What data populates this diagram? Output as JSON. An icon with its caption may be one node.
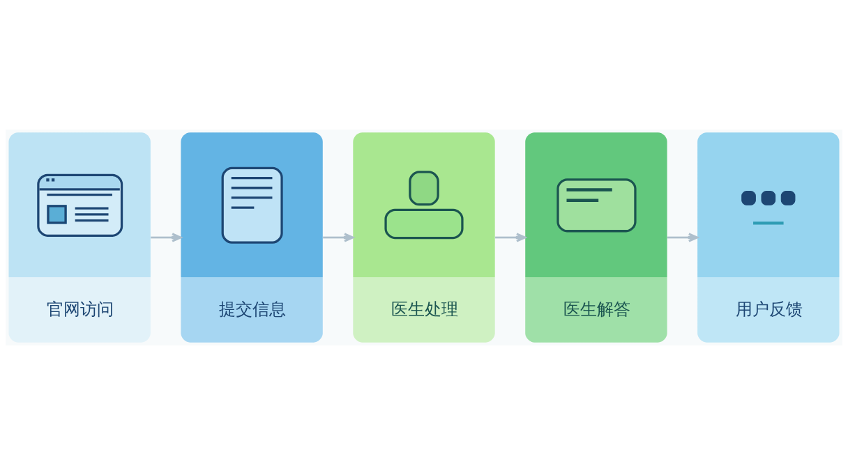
{
  "diagram": {
    "nodes": [
      {
        "text": [
          "官网访问"
        ]
      },
      {
        "text": [
          "提交信息"
        ]
      },
      {
        "text": [
          "医生处理"
        ]
      },
      {
        "text": [
          "医生解答"
        ]
      },
      {
        "text": [
          "用户反馈"
        ]
      }
    ],
    "edges": [
      {
        "from": 0,
        "to": 1,
        "arrow": "to"
      },
      {
        "from": 1,
        "to": 2,
        "arrow": "to"
      },
      {
        "from": 2,
        "to": 3,
        "arrow": "to"
      },
      {
        "from": 3,
        "to": 4,
        "arrow": "to"
      }
    ]
  }
}
